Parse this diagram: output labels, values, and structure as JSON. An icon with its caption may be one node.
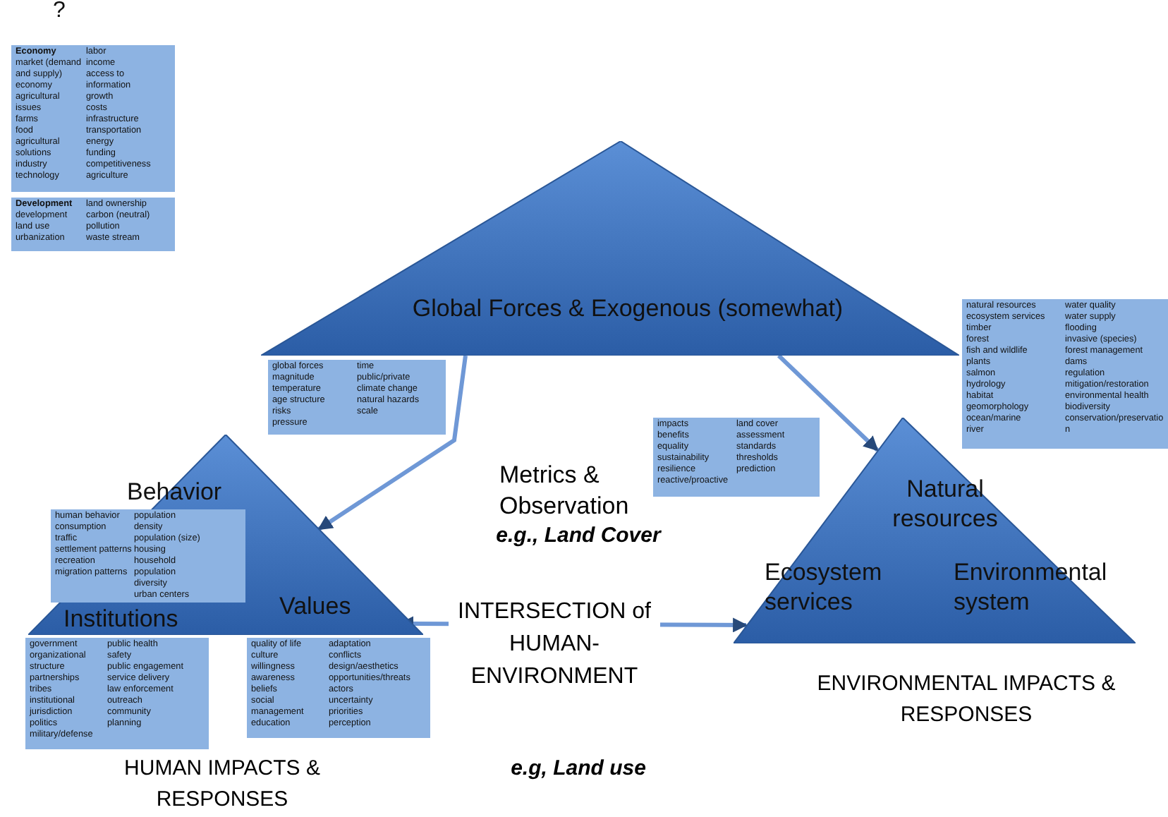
{
  "diagram": {
    "nodes": [
      {
        "text": [
          "Economy",
          "market (demand and supply)",
          "economy",
          "agricultural issues",
          "farms",
          "food",
          "agricultural solutions",
          "industry",
          "technology",
          "labor",
          "income",
          "access to information",
          "growth",
          "costs",
          "infrastructure",
          "transportation",
          "energy",
          "funding",
          "competitiveness",
          "agriculture"
        ],
        "beside": [
          "?"
        ]
      },
      {
        "text": [
          "Development",
          "development",
          "land use",
          "urbanization",
          "land ownership",
          "carbon (neutral)",
          "pollution",
          "waste stream"
        ]
      },
      {
        "text": [
          "Global Forces & Exogenous (somewhat)"
        ]
      },
      {
        "text": [
          "global forces",
          "magnitude",
          "temperature",
          "age structure",
          "risks",
          "pressure",
          "time",
          "public/private",
          "climate change",
          "natural hazards",
          "scale"
        ]
      },
      {
        "text": [
          "natural resources",
          "ecosystem services",
          "timber",
          "forest",
          "fish and wildlife",
          "plants",
          "salmon",
          "hydrology",
          "habitat",
          "geomorphology",
          "ocean/marine",
          "river",
          "water quality",
          "water supply",
          "flooding",
          "invasive (species)",
          "forest management",
          "dams",
          "regulation",
          "mitigation/restoration",
          "environmental health",
          "biodiversity",
          "conservation/preservation"
        ]
      },
      {
        "text": [
          "impacts",
          "benefits",
          "equality",
          "sustainability",
          "resilience",
          "reactive/proactive",
          "land cover",
          "assessment",
          "standards",
          "thresholds",
          "prediction"
        ]
      },
      {
        "text": [
          "Behavior",
          "Institutions",
          "Values"
        ]
      },
      {
        "text": [
          "human behavior",
          "consumption",
          "traffic",
          "settlement patterns",
          "recreation",
          "migration patterns",
          "population",
          "density",
          "population (size)",
          "housing",
          "household",
          "population",
          "diversity",
          "urban centers"
        ],
        "in": 6
      },
      {
        "text": [
          "Natural resources",
          "Ecosystem services",
          "Environmental system"
        ]
      },
      {
        "text": [
          "government",
          "organizational structure",
          "partnerships",
          "tribes",
          "institutional jurisdiction",
          "politics",
          "military/defense",
          "public health",
          "safety",
          "public engagement",
          "service delivery",
          "law enforcement",
          "outreach",
          "community",
          "planning"
        ]
      },
      {
        "text": [
          "quality of life",
          "culture",
          "willingness",
          "awareness",
          "beliefs",
          "social management",
          "education",
          "adaptation",
          "conflicts",
          "design/aesthetics",
          "opportunities/threats",
          "actors",
          "uncertainty",
          "priorities",
          "perception"
        ]
      }
    ],
    "edges": [
      {
        "from": 2,
        "to": 6,
        "arrow": "to"
      },
      {
        "from": 2,
        "to": 8,
        "arrow": "to"
      },
      {
        "from": 6,
        "to": 8,
        "arrow": "both",
        "label": "INTERSECTION of HUMAN-ENVIRONMENT"
      }
    ],
    "labels": [
      "Metrics & Observation",
      "e.g., Land Cover",
      "ENVIRONMENTAL IMPACTS & RESPONSES",
      "HUMAN IMPACTS & RESPONSES",
      "e.g, Land use"
    ]
  }
}
